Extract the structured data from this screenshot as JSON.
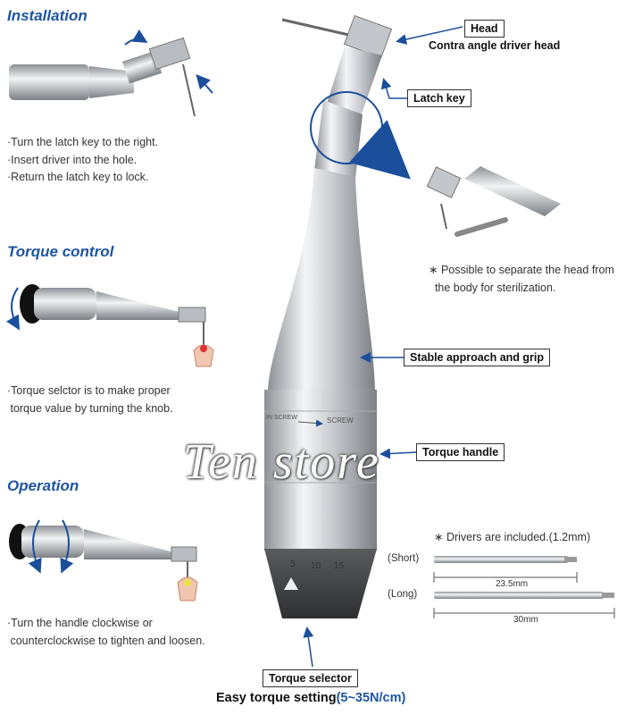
{
  "sections": {
    "installation": {
      "title": "Installation",
      "bullets": [
        "·Turn the latch key to the right.",
        "·Insert driver into the hole.",
        "·Return the latch key to lock."
      ]
    },
    "torque_control": {
      "title": "Torque control",
      "bullets": [
        "·Torque selctor is to make proper",
        " torque value by turning the knob."
      ]
    },
    "operation": {
      "title": "Operation",
      "bullets": [
        "·Turn the handle clockwise or",
        " counterclockwise to tighten and loosen."
      ]
    }
  },
  "labels": {
    "head": "Head",
    "head_sub": "Contra angle driver head",
    "latch_key": "Latch key",
    "stable": "Stable approach and grip",
    "torque_handle": "Torque handle",
    "torque_selector": "Torque selector",
    "easy_setting": "Easy torque setting",
    "easy_range": "(5~35N/cm)"
  },
  "handle_marks": {
    "in_screw": "IN SCREW",
    "screw": "SCREW",
    "scale": [
      "5",
      "10",
      "15"
    ]
  },
  "notes": {
    "sterilization": [
      "∗ Possible to separate the head from",
      "  the body for sterilization."
    ],
    "drivers": "∗ Drivers are included.(1.2mm)"
  },
  "drivers": {
    "short_label": "(Short)",
    "short_length": "23.5mm",
    "long_label": "(Long)",
    "long_length": "30mm"
  },
  "watermark": "Ten store",
  "colors": {
    "accent": "#1e55a3",
    "arrow": "#1b4f9c",
    "metal": "#c9ccd0"
  }
}
